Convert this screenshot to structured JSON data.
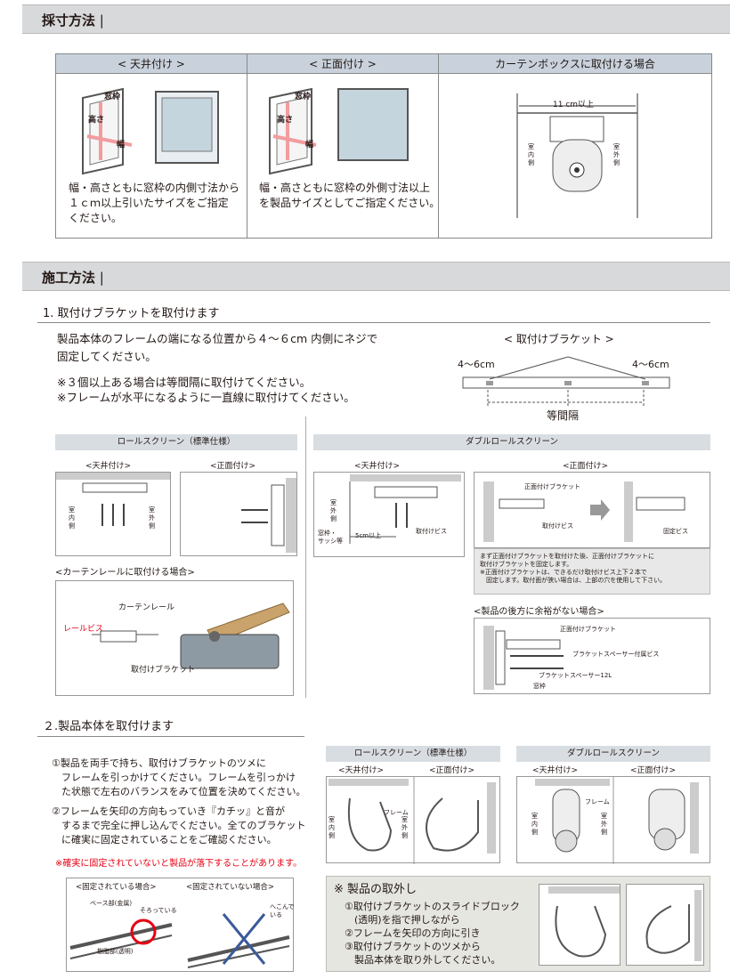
{
  "measure": {
    "section_title": "採寸方法",
    "headers": [
      "< 天井付け >",
      "< 正面付け >",
      "カーテンボックスに取付ける場合"
    ],
    "ceiling_caption": "幅・高さともに窓枠の内側寸法から\n１ｃｍ以上引いたサイズをご指定\nください。",
    "front_caption": "幅・高さともに窓枠の外側寸法以上\nを製品サイズとしてご指定ください。",
    "labels": {
      "window_frame": "窓枠",
      "height": "高さ",
      "width": "幅",
      "min_width": "11 cm以上",
      "indoor": "室内側",
      "outdoor": "室外側"
    }
  },
  "install": {
    "section_title": "施工方法",
    "step1": {
      "title": "1. 取付けブラケットを取付けます",
      "text": "製品本体のフレームの端になる位置から４～６cm 内側にネジで\n固定してください。",
      "note1": "※３個以上ある場合は等間隔に取付けてください。",
      "note2": "※フレームが水平になるように一直線に取付けてください。",
      "bracket_title": "< 取付けブラケット >",
      "dim_left": "4～6cm",
      "dim_right": "4～6cm",
      "equal": "等間隔"
    },
    "roll": {
      "header": "ロールスクリーン（標準仕様）",
      "ceiling": "<天井付け>",
      "front": "<正面付け>",
      "indoor": "室内側",
      "outdoor": "室外側",
      "rail_title": "<カーテンレールに取付ける場合>",
      "curtain_rail": "カーテンレール",
      "rail_screw": "レールビス",
      "bracket": "取付けブラケット"
    },
    "double": {
      "header": "ダブルロールスクリーン",
      "ceiling": "<天井付け>",
      "front": "<正面付け>",
      "outdoor": "室外側",
      "sash": "窓枠・\nサッシ等",
      "min5": "5cm以上",
      "screw": "取付けビス",
      "front_bracket": "正面付けブラケット",
      "screw2": "取付けビス",
      "fix_screw": "固定ビス",
      "note": "まず正面付けブラケットを取付けた後、正面付けブラケットに\n取付けブラケットを固定します。\n※正面付けブラケットは、できるだけ取付けビス上下２本で\n　固定します。取付面が狭い場合は、上部の穴を使用して下さい。",
      "back_title": "<製品の後方に余裕がない場合>",
      "back_front_bracket": "正面付けブラケット",
      "spacer_screw": "ブラケットスペーサー付属ビス",
      "spacer": "ブラケットスペーサー12L",
      "window_frame": "窓枠"
    },
    "step2": {
      "title": "２.製品本体を取付けます",
      "item1": "①製品を両手で持ち、取付けブラケットのツメに\n　フレームを引っかけてください。フレームを引っかけ\n　た状態で左右のバランスをみて位置を決めてください。",
      "item2": "②フレームを矢印の方向もっていき『カチッ』と音が\n　するまで完全に押し込んでください。全てのブラケット\n　に確実に固定されていることをご確認ください。",
      "warning": "※確実に固定されていないと製品が落下することがあります。",
      "fixed": "<固定されている場合>",
      "not_fixed": "<固定されていない場合>",
      "base": "ベース部(金属)",
      "aligned": "そろっている",
      "resin": "樹脂部(透明)",
      "dented": "へこんで\nいる",
      "roll_header": "ロールスクリーン（標準仕様）",
      "double_header": "ダブルロールスクリーン",
      "ceiling": "<天井付け>",
      "front": "<正面付け>",
      "frame": "フレーム",
      "indoor": "室内側",
      "outdoor": "室外側"
    },
    "removal": {
      "title": "※ 製品の取外し",
      "text": "①取付けブラケットのスライドブロック\n　(透明)を指で押しながら\n②フレームを矢印の方向に引き\n③取付けブラケットのツメから\n　製品本体を取り外してください。"
    }
  },
  "colors": {
    "accent_red": "#e60012",
    "pink_arrow": "#f29c9f",
    "bar_gray": "#d8d9db",
    "header_blue": "#c9d2dc",
    "wood": "#c9a36b"
  }
}
